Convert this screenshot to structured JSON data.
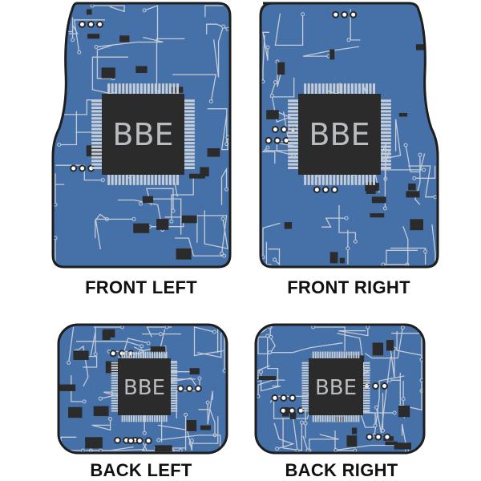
{
  "monogram": "BBE",
  "colors": {
    "mat_blue": "#4670a8",
    "trace": "#c4ccd6",
    "chip": "#2b2b2b",
    "border": "#1e1e1e"
  },
  "mats": [
    {
      "id": "front-left",
      "label": "FRONT LEFT"
    },
    {
      "id": "front-right",
      "label": "FRONT RIGHT"
    },
    {
      "id": "back-left",
      "label": "BACK LEFT"
    },
    {
      "id": "back-right",
      "label": "BACK RIGHT"
    }
  ]
}
